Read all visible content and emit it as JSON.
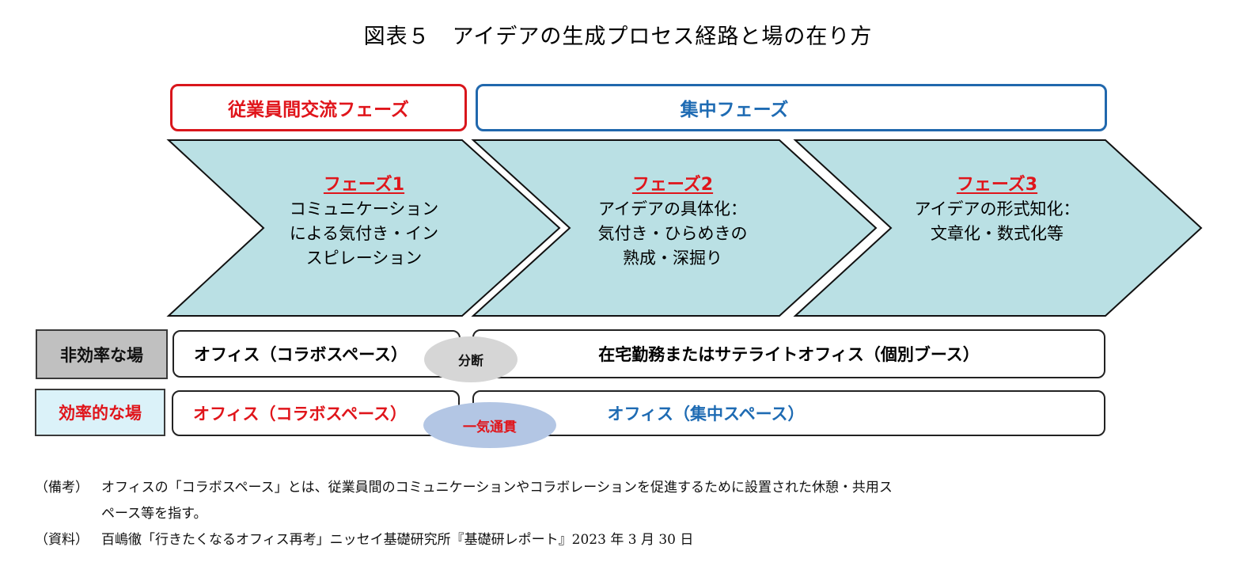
{
  "title": "図表５　アイデアの生成プロセス経路と場の在り方",
  "phase_groups": {
    "interaction": {
      "label": "従業員間交流フェーズ",
      "color": "#e0151b"
    },
    "focus": {
      "label": "集中フェーズ",
      "color": "#1e6bb3"
    }
  },
  "phases": [
    {
      "label": "フェーズ1",
      "lines": [
        "コミュニケーション",
        "による気付き・イン",
        "スピレーション"
      ]
    },
    {
      "label": "フェーズ2",
      "lines": [
        "アイデアの具体化：",
        "気付き・ひらめきの",
        "熟成・深掘り"
      ]
    },
    {
      "label": "フェーズ3",
      "lines": [
        "アイデアの形式知化：",
        "文章化・数式化等"
      ]
    }
  ],
  "rows": {
    "inefficient": {
      "label": "非効率な場",
      "left_place": "オフィス（コラボスペース）",
      "right_place": "在宅勤務またはサテライトオフィス（個別ブース）",
      "connector": "分断"
    },
    "efficient": {
      "label": "効率的な場",
      "left_place": "オフィス（コラボスペース）",
      "right_place": "オフィス（集中スペース）",
      "connector": "一気通貫"
    }
  },
  "colors": {
    "chevron_fill": "#bae0e4",
    "red": "#e0151b",
    "blue": "#1e6bb3",
    "gray_label": "#c0c0c0",
    "cyan_label": "#dbf2f9",
    "gray_oval": "#d6d6d6",
    "blue_oval": "#b3c6e4"
  },
  "notes": {
    "remark_tag": "（備考）",
    "remark_line1": "オフィスの「コラボスペース」とは、従業員間のコミュニケーションやコラボレーションを促進するために設置された休憩・共用ス",
    "remark_line2": "ペース等を指す。",
    "source_tag": "（資料）",
    "source_text": "百嶋徹「行きたくなるオフィス再考」ニッセイ基礎研究所『基礎研レポート』2023 年 3 月 30 日"
  }
}
